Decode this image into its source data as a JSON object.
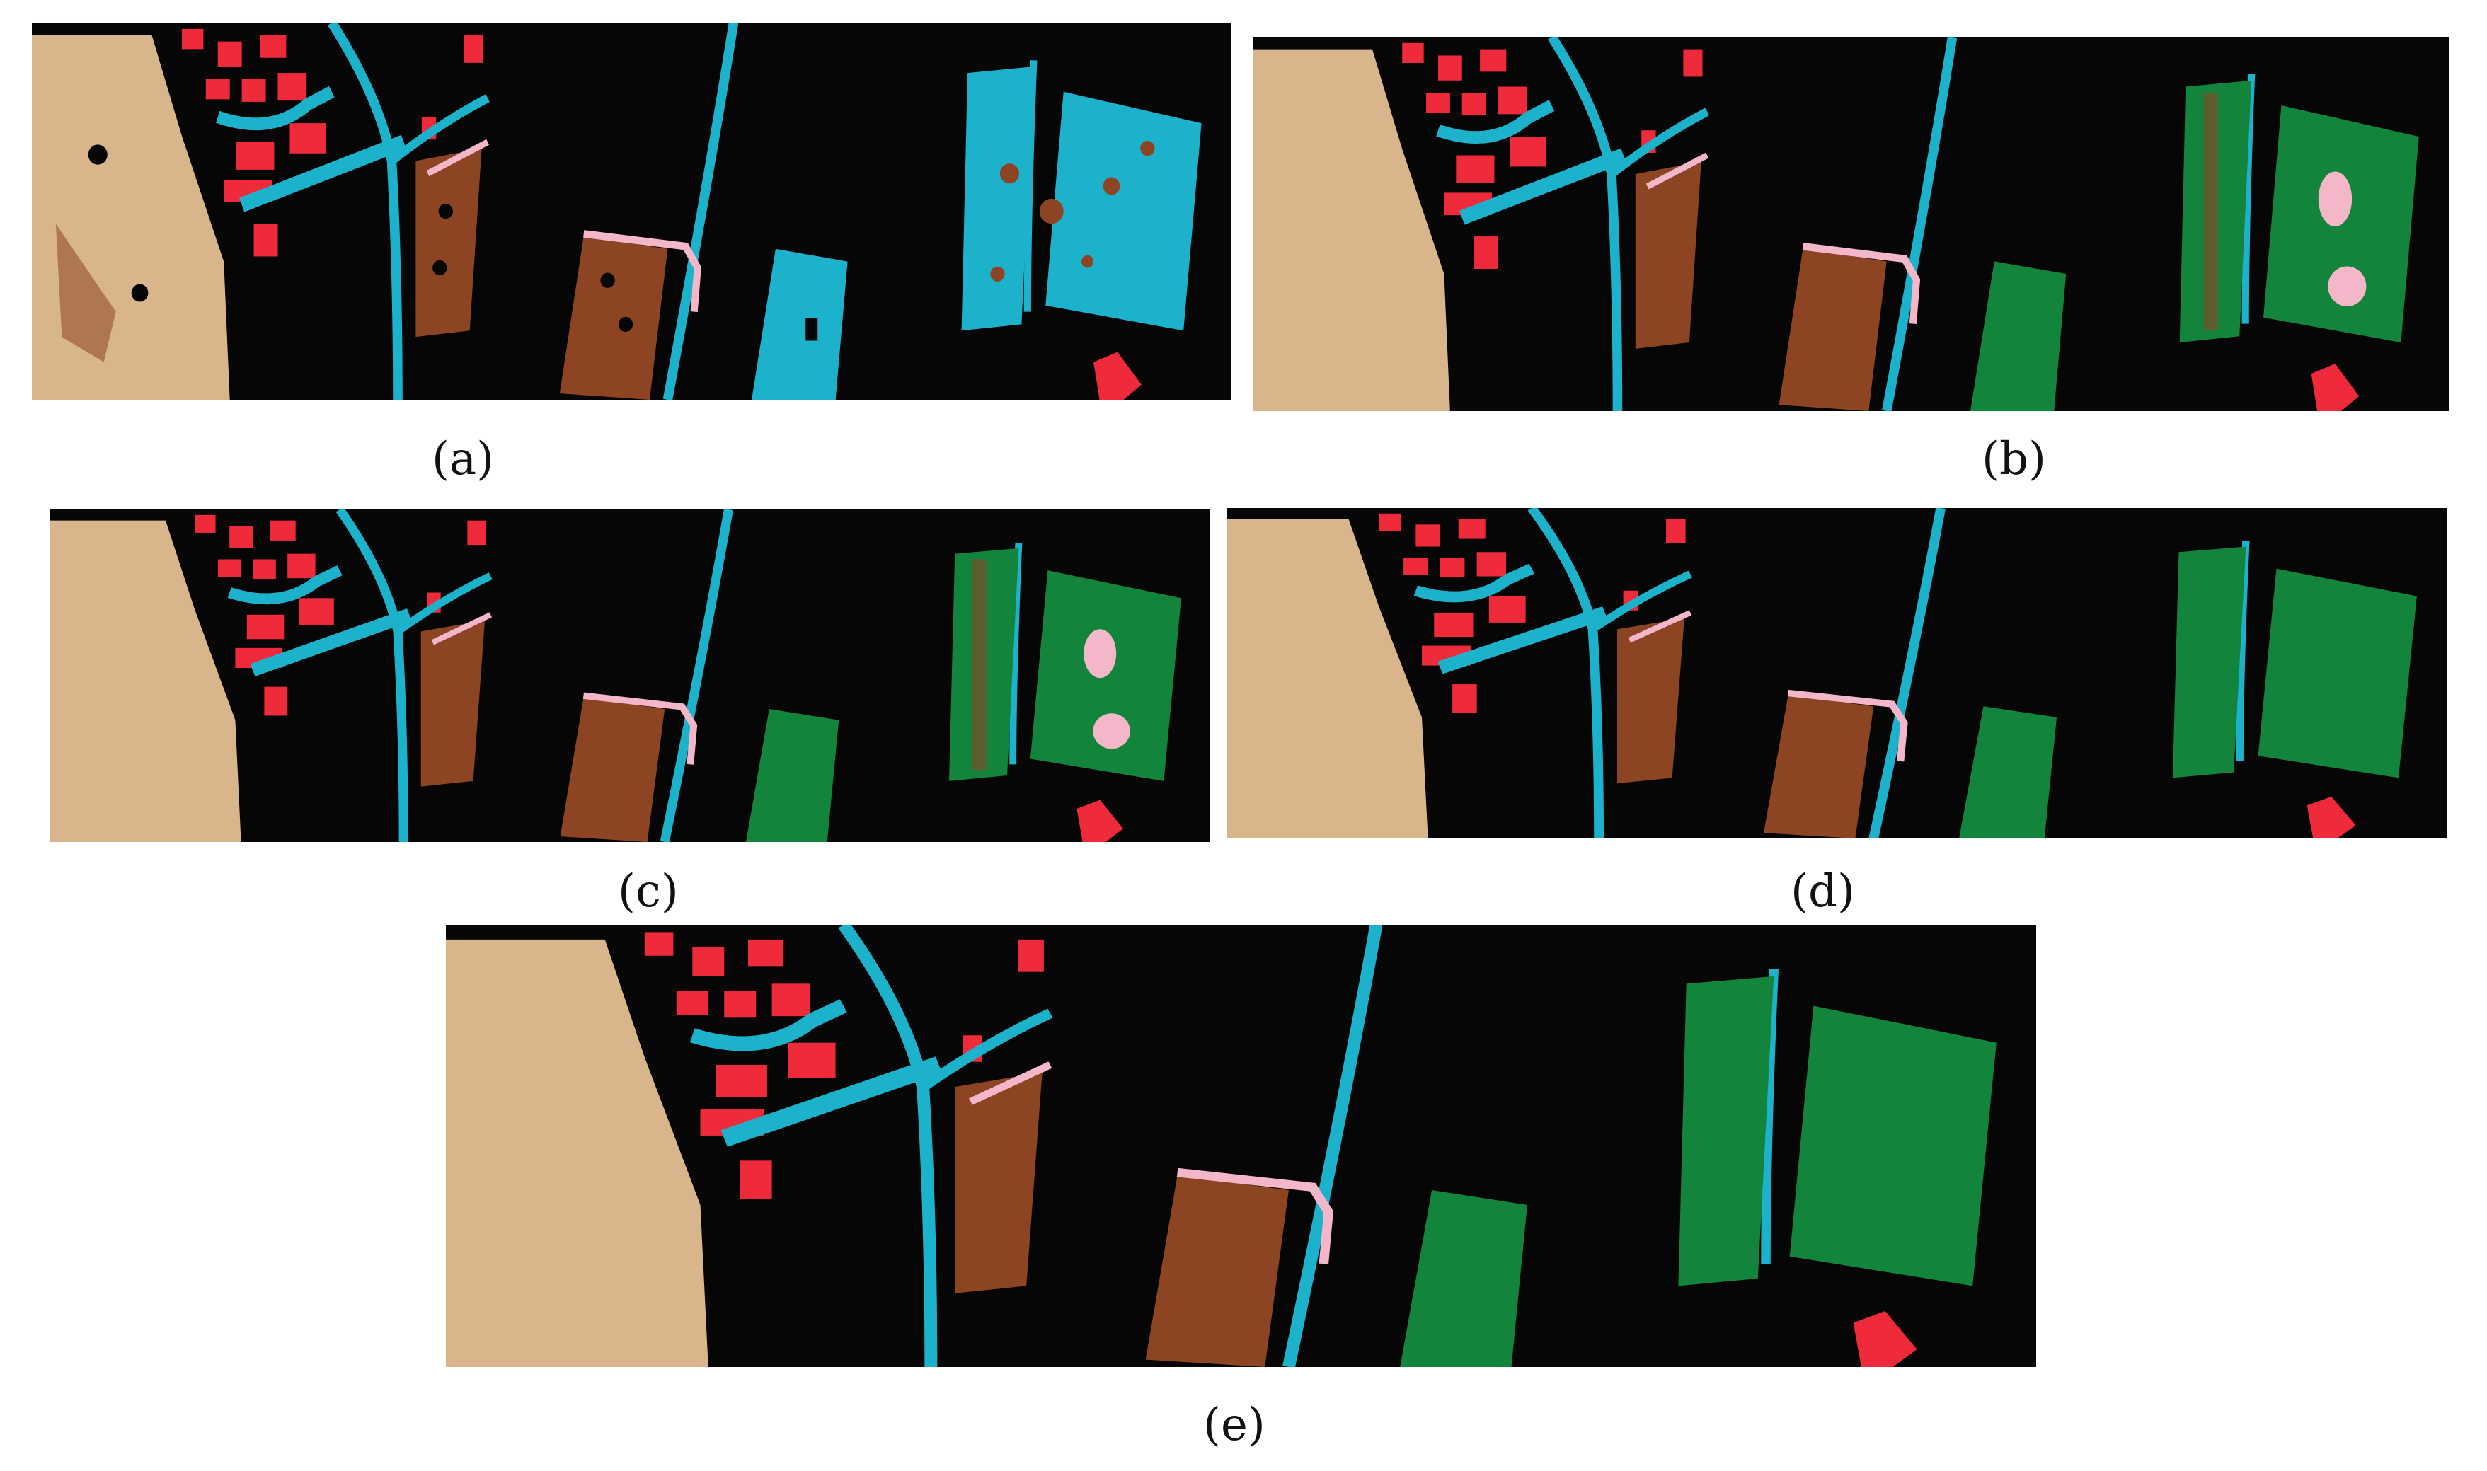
{
  "figure": {
    "panels": [
      {
        "key": "a",
        "label": "(a)"
      },
      {
        "key": "b",
        "label": "(b)"
      },
      {
        "key": "c",
        "label": "(c)"
      },
      {
        "key": "d",
        "label": "(d)"
      },
      {
        "key": "e",
        "label": "(e)"
      }
    ]
  },
  "colors": {
    "background": "#060606",
    "tan": "#d8b58b",
    "red": "#ef2a3b",
    "cyan": "#1cb2cc",
    "brown": "#8d4422",
    "pink": "#f3b7c9",
    "green": "#13843b"
  }
}
